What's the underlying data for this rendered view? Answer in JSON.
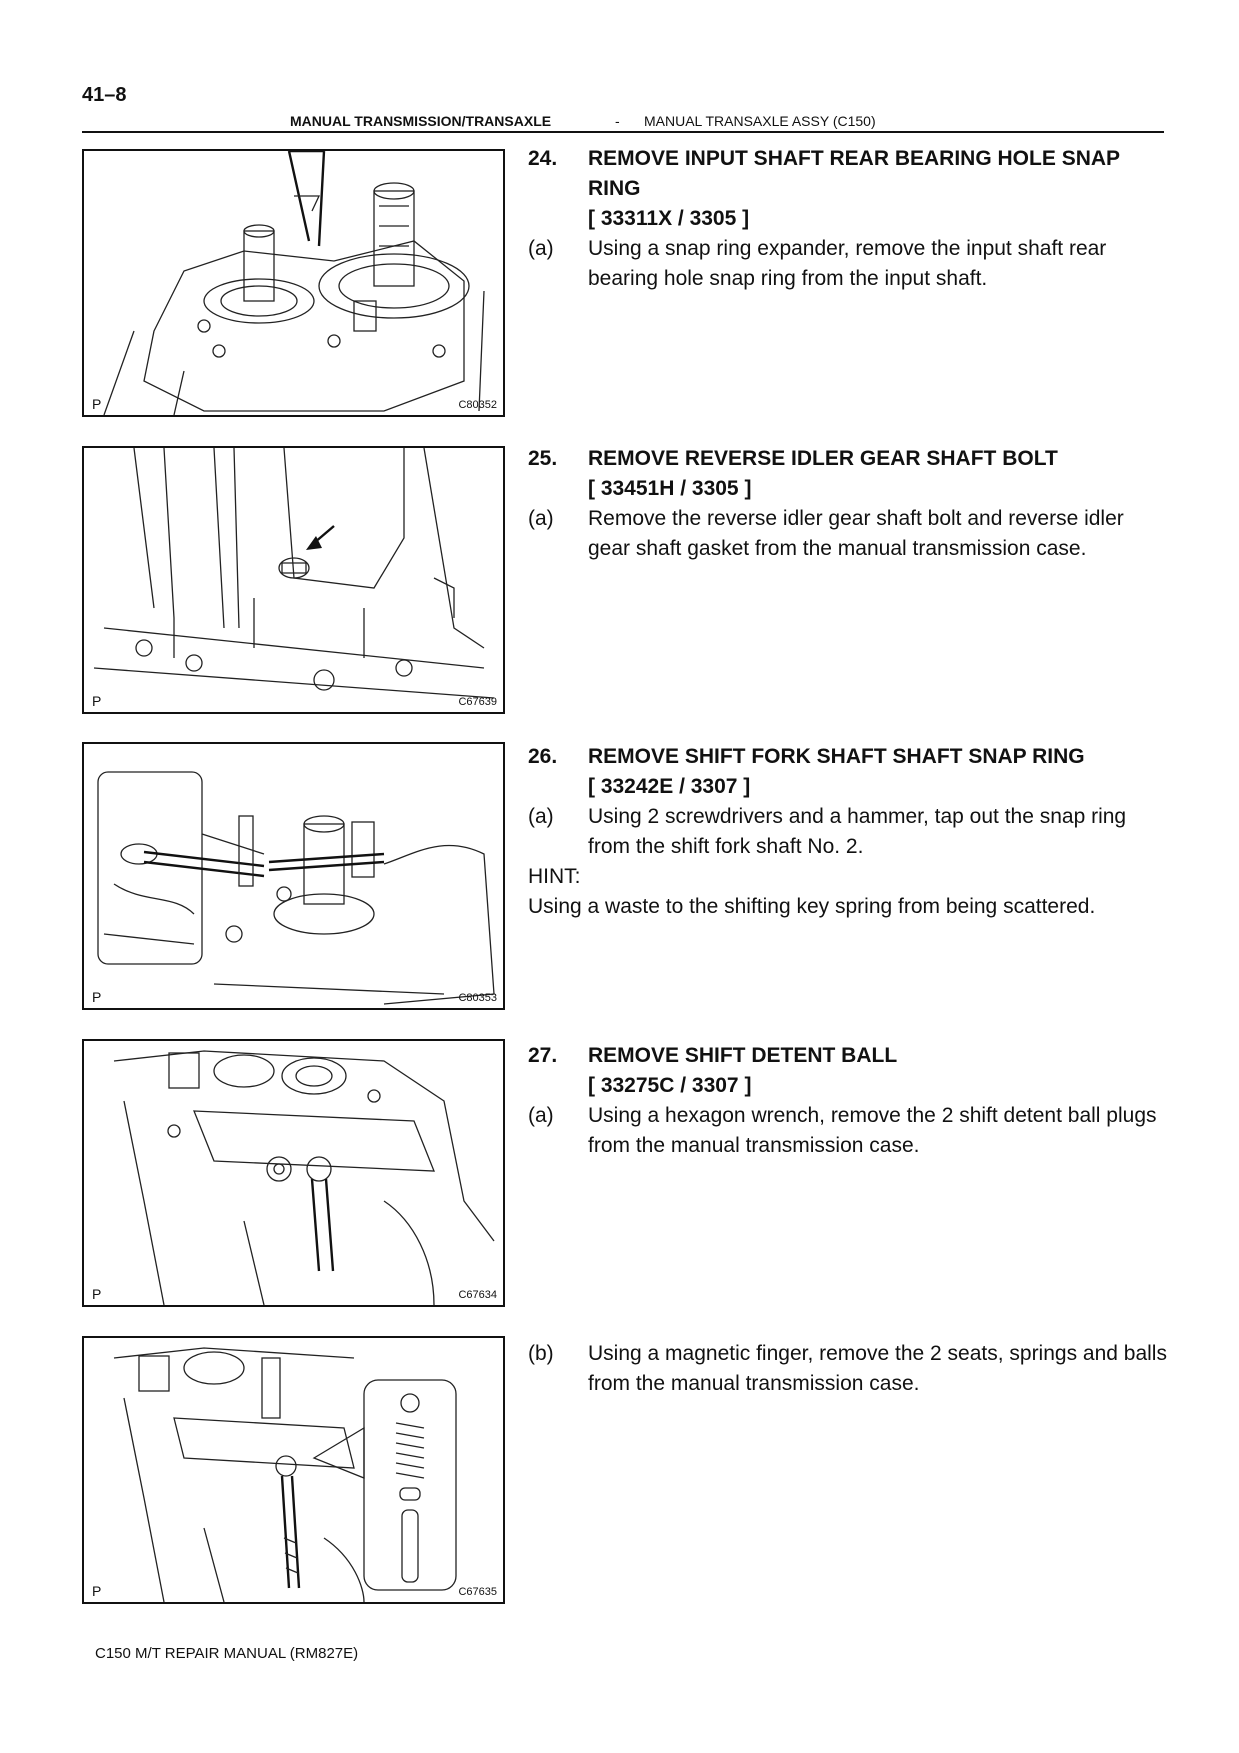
{
  "page": {
    "page_number": "41–8",
    "header_left": "MANUAL TRANSMISSION/TRANSAXLE",
    "header_separator": "-",
    "header_right": "MANUAL TRANSAXLE ASSY (C150)",
    "footer": "C150 M/T REPAIR MANUAL   (RM827E)"
  },
  "figures": [
    {
      "p": "P",
      "id": "C80352"
    },
    {
      "p": "P",
      "id": "C67639"
    },
    {
      "p": "P",
      "id": "C80353"
    },
    {
      "p": "P",
      "id": "C67634"
    },
    {
      "p": "P",
      "id": "C67635"
    }
  ],
  "steps": [
    {
      "number": "24.",
      "title": "REMOVE INPUT SHAFT REAR BEARING HOLE SNAP RING",
      "code": "[ 33311X / 3305 ]",
      "subs": [
        {
          "label": "(a)",
          "text": "Using a snap ring expander, remove the input shaft rear bearing hole snap ring from the input shaft."
        }
      ]
    },
    {
      "number": "25.",
      "title": "REMOVE REVERSE IDLER GEAR SHAFT BOLT",
      "code": "[ 33451H / 3305 ]",
      "subs": [
        {
          "label": "(a)",
          "text": "Remove the reverse idler gear shaft bolt and reverse idler gear shaft gasket from the manual transmission case."
        }
      ]
    },
    {
      "number": "26.",
      "title": "REMOVE SHIFT FORK SHAFT SHAFT SNAP RING",
      "code": "[ 33242E / 3307 ]",
      "subs": [
        {
          "label": "(a)",
          "text": "Using 2 screwdrivers and a hammer, tap out the snap ring from the shift fork shaft No. 2."
        }
      ],
      "hint_label": "HINT:",
      "hint_text": "Using a waste to the shifting key spring from being scattered."
    },
    {
      "number": "27.",
      "title": "REMOVE SHIFT DETENT BALL",
      "code": "[ 33275C / 3307 ]",
      "subs": [
        {
          "label": "(a)",
          "text": "Using a hexagon wrench, remove the 2 shift detent ball plugs from the manual transmission case."
        }
      ]
    }
  ],
  "extra_step": {
    "label": "(b)",
    "text": "Using a magnetic finger, remove the 2 seats, springs and balls from the manual transmission case."
  }
}
